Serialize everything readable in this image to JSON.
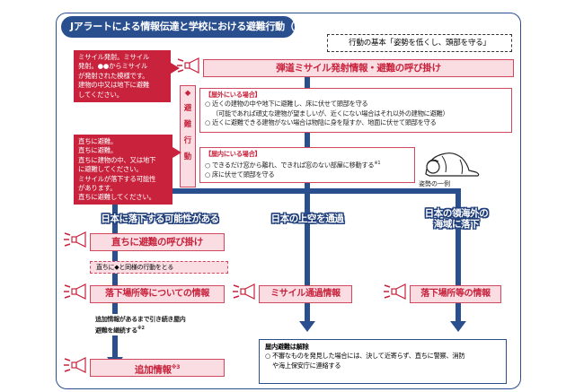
{
  "title": "Jアラートによる情報伝達と学校における避難行動（例）",
  "basic_action": "行動の基本「姿勢を低くし、頭部を守る」",
  "callout_launch": [
    "ミサイル発射。ミサイル",
    "発射。●●からミサイル",
    "が発射された模様です。",
    "建物の中又は地下に避難",
    "してください。"
  ],
  "callout_immediate": [
    "直ちに避難。",
    "直ちに避難。",
    "直ちに建物の中、又は地下",
    "に避難してください。",
    "ミサイルが落下する可能性",
    "があります。",
    "直ちに避難してください。"
  ],
  "launch_bar": "弾道ミサイル発射情報・避難の呼び掛け",
  "action_side": [
    "避",
    "難",
    "行",
    "動"
  ],
  "outdoor": {
    "head": "【屋外にいる場合】",
    "lines": [
      "○ 近くの建物の中や地下に避難し、床に伏せて頭部を守る",
      "（可能であれば頑丈な建物が望ましいが、近くにない場合はそれ以外の建物に避難）",
      "○ 近くに避難できる建物がない場合は物陰に身を隠すか、地面に伏せて頭部を守る"
    ]
  },
  "indoor": {
    "head": "【屋内にいる場合】",
    "lines": [
      "○ できるだけ窓から離れ、できれば窓のない部屋に移動する",
      "○ 床に伏せて頭部を守る"
    ],
    "note_mark": "※1"
  },
  "posture_caption": "姿勢の一例",
  "branches": {
    "japan_possible": "日本に落下する可能性がある",
    "japan_over": "日本の上空を通過",
    "overseas": [
      "日本の領海外の",
      "海域に落下"
    ]
  },
  "immediate_bar": "直ちに避難の呼び掛け",
  "same_action": "直ちに◆と同様の行動をとる",
  "landing_info_left": "落下場所等についての情報",
  "passing_info": "ミサイル通過情報",
  "landing_info_right": "落下場所等の情報",
  "continue_note": [
    "追加情報があるまで引き続き屋内",
    "避難を継続する"
  ],
  "continue_mark": "※2",
  "additional_info": "追加情報",
  "additional_mark": "※3",
  "indoor_release": {
    "head": "屋内避難は解除",
    "lines": [
      "○ 不審なものを発見した場合には、決して近寄らず、直ちに警察、消防",
      "や海上保安庁に連絡する"
    ]
  },
  "colors": {
    "navy": "#2a4f8f",
    "red": "#c8223c",
    "pink": "#f9dde3"
  }
}
